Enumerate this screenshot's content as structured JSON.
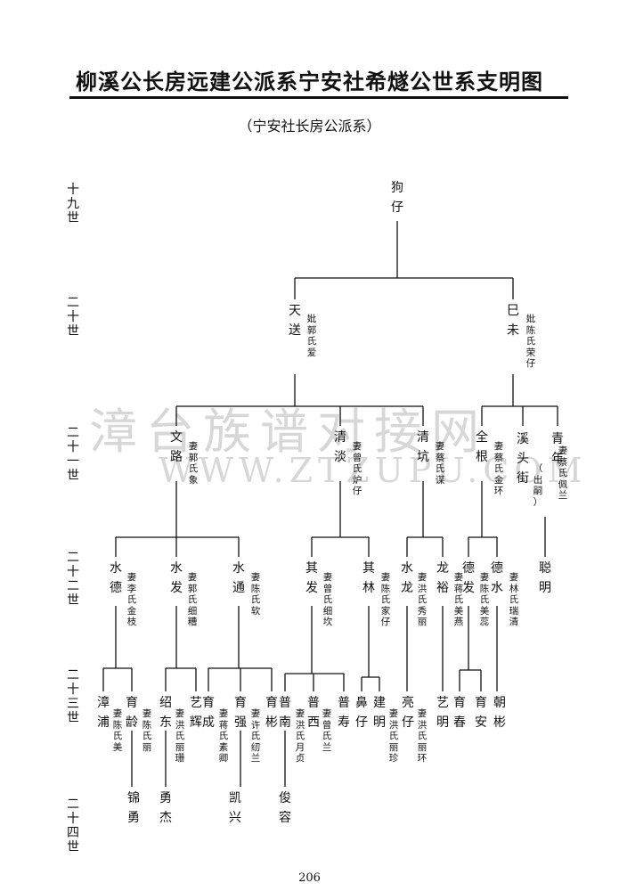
{
  "title": "柳溪公长房远建公派系宁安社希燧公世系支明图",
  "subtitle": "（宁安社长房公派系）",
  "page_number": "206",
  "watermark": "漳台族谱对接网",
  "watermark_url": "WWW.ZTZUPU.COM",
  "generations": [
    "十九世",
    "二十世",
    "二十一世",
    "二十二世",
    "二十三世",
    "二十四世"
  ],
  "persons": [
    {
      "id": "gouzai",
      "name": "狗仔"
    },
    {
      "id": "tiansong",
      "name": "天送",
      "spouse": "妣郭氏爱"
    },
    {
      "id": "siwei",
      "name": "巳未",
      "spouse": "妣陈氏荣仔"
    },
    {
      "id": "wenlu",
      "name": "文路",
      "spouse": "妻郭氏象"
    },
    {
      "id": "qingdan",
      "name": "清淡",
      "spouse": "妻曾氏炉仔"
    },
    {
      "id": "qingkeng",
      "name": "清坑",
      "spouse": "妻蔡氏谋"
    },
    {
      "id": "quangen",
      "name": "全根",
      "spouse": "妻蔡氏金环"
    },
    {
      "id": "xitoujie",
      "name": "溪头街",
      "spouse": "（出嗣）"
    },
    {
      "id": "qingnian",
      "name": "青年",
      "spouse": "妻蔡氏佩兰"
    },
    {
      "id": "shuide",
      "name": "水德",
      "spouse": "妻李氏金枝"
    },
    {
      "id": "shuifa",
      "name": "水发",
      "spouse": "妻郭氏细糟"
    },
    {
      "id": "shuitong",
      "name": "水通",
      "spouse": "妻陈氏软"
    },
    {
      "id": "qifa",
      "name": "其发",
      "spouse": "妻曾氏细坎"
    },
    {
      "id": "qilin",
      "name": "其林",
      "spouse": "妻陈氏家仔"
    },
    {
      "id": "shuilong",
      "name": "水龙",
      "spouse": "妻洪氏秀丽"
    },
    {
      "id": "longyu",
      "name": "龙裕",
      "spouse": "妻蒋氏美燕"
    },
    {
      "id": "defa",
      "name": "德发",
      "spouse": "妻陈氏美蕊"
    },
    {
      "id": "deshui",
      "name": "德水",
      "spouse": "妻林氏瑞清"
    },
    {
      "id": "congming",
      "name": "聪明"
    },
    {
      "id": "zhangpu",
      "name": "漳浦",
      "spouse": "妻陈氏美"
    },
    {
      "id": "yuling",
      "name": "育龄",
      "spouse": "妻陈氏丽"
    },
    {
      "id": "shaodong",
      "name": "绍东",
      "spouse": "妻洪氏丽珊"
    },
    {
      "id": "yihui",
      "name": "艺辉"
    },
    {
      "id": "yucheng",
      "name": "育成",
      "spouse": "妻蒋氏素卿"
    },
    {
      "id": "yuqiang",
      "name": "育强",
      "spouse": "妻许氏纫兰"
    },
    {
      "id": "yubin",
      "name": "育彬"
    },
    {
      "id": "punan",
      "name": "普南",
      "spouse": "妻洪氏月贞"
    },
    {
      "id": "puxi",
      "name": "普西",
      "spouse": "妻曾氏兰"
    },
    {
      "id": "pushou",
      "name": "普寿"
    },
    {
      "id": "bizai",
      "name": "鼻仔"
    },
    {
      "id": "jianming",
      "name": "建明",
      "spouse": "妻洪氏丽珍"
    },
    {
      "id": "liangzai",
      "name": "亮仔",
      "spouse": "妻洪氏丽环"
    },
    {
      "id": "yiming",
      "name": "艺明"
    },
    {
      "id": "yuchun",
      "name": "育春"
    },
    {
      "id": "yuan",
      "name": "育安"
    },
    {
      "id": "chaobin",
      "name": "朝彬"
    },
    {
      "id": "jinyong",
      "name": "锦勇"
    },
    {
      "id": "yongjie",
      "name": "勇杰"
    },
    {
      "id": "kaixing",
      "name": "凯兴"
    },
    {
      "id": "junrong",
      "name": "俊容"
    }
  ]
}
